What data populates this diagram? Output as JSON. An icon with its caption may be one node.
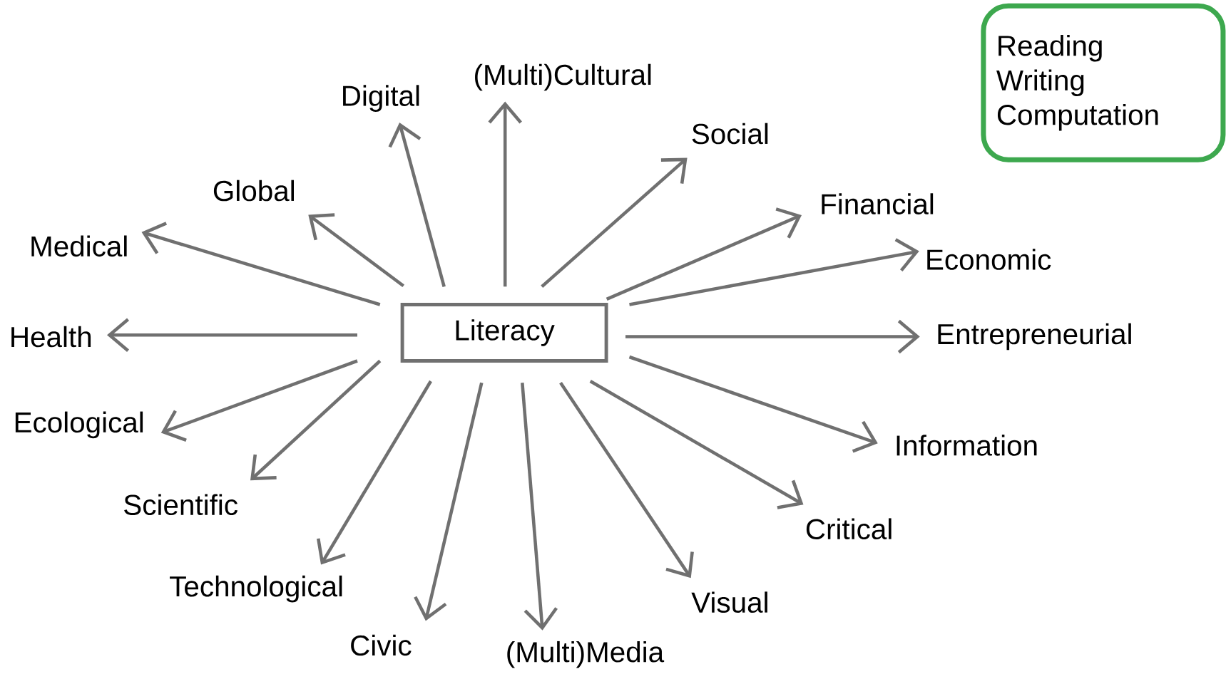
{
  "diagram": {
    "nodes": [
      {
        "text": [
          "Literacy"
        ]
      },
      {
        "text": [
          "Digital"
        ]
      },
      {
        "text": [
          "(Multi)Cultural"
        ]
      },
      {
        "text": [
          "Social"
        ]
      },
      {
        "text": [
          "Financial"
        ]
      },
      {
        "text": [
          "Economic"
        ]
      },
      {
        "text": [
          "Entrepreneurial"
        ]
      },
      {
        "text": [
          "Information"
        ]
      },
      {
        "text": [
          "Critical"
        ]
      },
      {
        "text": [
          "Visual"
        ]
      },
      {
        "text": [
          "(Multi)Media"
        ]
      },
      {
        "text": [
          "Civic"
        ]
      },
      {
        "text": [
          "Technological"
        ]
      },
      {
        "text": [
          "Scientific"
        ]
      },
      {
        "text": [
          "Ecological"
        ]
      },
      {
        "text": [
          "Health"
        ]
      },
      {
        "text": [
          "Medical"
        ]
      },
      {
        "text": [
          "Global"
        ]
      },
      {
        "text": [
          "Reading",
          "Writing",
          "Computation"
        ]
      }
    ],
    "edges": [
      {
        "from": 0,
        "to": 1,
        "arrow": "to"
      },
      {
        "from": 0,
        "to": 2,
        "arrow": "to"
      },
      {
        "from": 0,
        "to": 3,
        "arrow": "to"
      },
      {
        "from": 0,
        "to": 4,
        "arrow": "to"
      },
      {
        "from": 0,
        "to": 5,
        "arrow": "to"
      },
      {
        "from": 0,
        "to": 6,
        "arrow": "to"
      },
      {
        "from": 0,
        "to": 7,
        "arrow": "to"
      },
      {
        "from": 0,
        "to": 8,
        "arrow": "to"
      },
      {
        "from": 0,
        "to": 9,
        "arrow": "to"
      },
      {
        "from": 0,
        "to": 10,
        "arrow": "to"
      },
      {
        "from": 0,
        "to": 11,
        "arrow": "to"
      },
      {
        "from": 0,
        "to": 12,
        "arrow": "to"
      },
      {
        "from": 0,
        "to": 13,
        "arrow": "to"
      },
      {
        "from": 0,
        "to": 14,
        "arrow": "to"
      },
      {
        "from": 0,
        "to": 15,
        "arrow": "to"
      },
      {
        "from": 0,
        "to": 16,
        "arrow": "to"
      },
      {
        "from": 0,
        "to": 17,
        "arrow": "to"
      }
    ]
  }
}
